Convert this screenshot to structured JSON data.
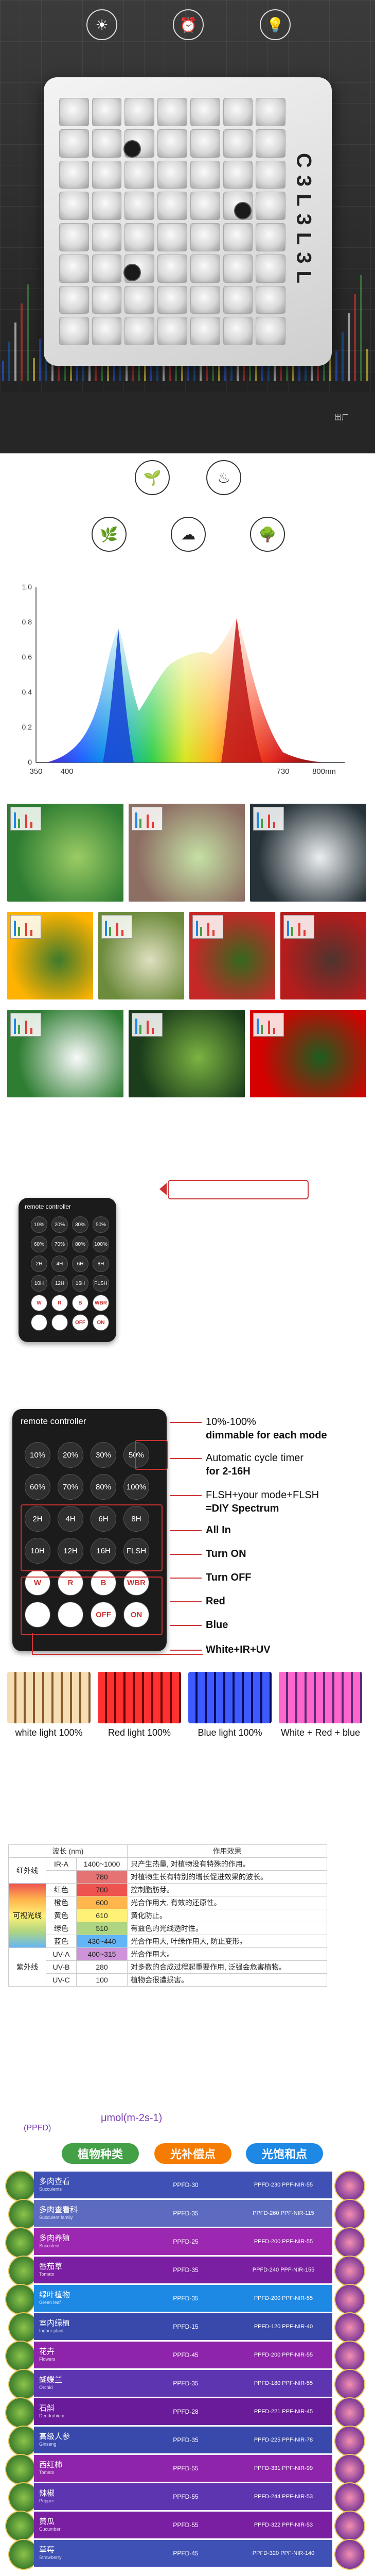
{
  "hero": {
    "brand_text": "C3L3L3L",
    "icons": [
      {
        "name": "sun-icon",
        "glyph": "☀"
      },
      {
        "name": "timer-icon",
        "glyph": "⏰"
      },
      {
        "name": "bulb-icon",
        "glyph": "💡"
      }
    ],
    "watermark": "出厂"
  },
  "features": {
    "row1": [
      {
        "name": "sprout-icon",
        "glyph": "🌱"
      },
      {
        "name": "heat-icon",
        "glyph": "♨"
      }
    ],
    "row2": [
      {
        "name": "seedling-icon",
        "glyph": "🌿"
      },
      {
        "name": "cloud-icon",
        "glyph": "☁"
      },
      {
        "name": "tree-icon",
        "glyph": "🌳"
      }
    ]
  },
  "spectrum": {
    "y_ticks": [
      "1.0",
      "0.8",
      "0.6",
      "0.4",
      "0.2",
      "0"
    ],
    "x_ticks": [
      "350",
      "400",
      "730",
      "800nm"
    ]
  },
  "photos": [
    {
      "name": "photo-leaves",
      "c1": "#2e7d32",
      "c2": "#9ccc65"
    },
    {
      "name": "photo-succulents",
      "c1": "#8d6e63",
      "c2": "#c5e1a5"
    },
    {
      "name": "photo-cactus-flower",
      "c1": "#263238",
      "c2": "#eceff1"
    },
    {
      "name": "photo-tulip",
      "c1": "#ffb300",
      "c2": "#3e7a2c"
    },
    {
      "name": "photo-cacti",
      "c1": "#6d8b3c",
      "c2": "#e0e0c0"
    },
    {
      "name": "photo-strawberry",
      "c1": "#c62828",
      "c2": "#33691e"
    },
    {
      "name": "photo-tomatoes",
      "c1": "#b71c1c",
      "c2": "#4e342e"
    },
    {
      "name": "photo-white-orchids",
      "c1": "#2e7d32",
      "c2": "#fafafa"
    },
    {
      "name": "photo-hanging-plant",
      "c1": "#1b3d1b",
      "c2": "#7cb342"
    },
    {
      "name": "photo-anthurium",
      "c1": "#d50000",
      "c2": "#1b5e20"
    }
  ],
  "remote_small": {
    "title": "remote controller",
    "buttons": [
      "10%",
      "20%",
      "30%",
      "50%",
      "60%",
      "70%",
      "80%",
      "100%",
      "2H",
      "4H",
      "6H",
      "8H",
      "10H",
      "12H",
      "16H",
      "FLSH",
      "W",
      "R",
      "B",
      "WBR",
      "",
      "",
      "OFF",
      "ON"
    ]
  },
  "remote_big": {
    "title": "remote controller",
    "buttons": [
      "10%",
      "20%",
      "30%",
      "50%",
      "60%",
      "70%",
      "80%",
      "100%",
      "2H",
      "4H",
      "6H",
      "8H",
      "10H",
      "12H",
      "16H",
      "FLSH",
      "W",
      "R",
      "B",
      "WBR",
      "",
      "",
      "OFF",
      "ON"
    ],
    "callouts": [
      {
        "text": "10%-100%",
        "bold": false
      },
      {
        "text": "dimmable for each mode",
        "bold": true
      },
      {
        "text": "Automatic cycle timer",
        "bold": false
      },
      {
        "text": "for 2-16H",
        "bold": true
      },
      {
        "text": "FLSH+your mode+FLSH",
        "bold": false
      },
      {
        "text": "=DIY Spectrum",
        "bold": true
      },
      {
        "text": "All In",
        "bold": true
      },
      {
        "text": "Turn ON",
        "bold": true
      },
      {
        "text": "Turn OFF",
        "bold": true
      },
      {
        "text": "Red",
        "bold": true
      },
      {
        "text": "Blue",
        "bold": true
      },
      {
        "text": "White+IR+UV",
        "bold": true
      }
    ]
  },
  "light_modes": [
    {
      "label": "white light 100%",
      "c1": "#f5deb3",
      "c2": "#8b5a2b"
    },
    {
      "label": "Red light 100%",
      "c1": "#ff3030",
      "c2": "#6a0000"
    },
    {
      "label": "Blue light 100%",
      "c1": "#3d5afe",
      "c2": "#0a0a60"
    },
    {
      "label": "White + Red + blue",
      "c1": "#ff66cc",
      "c2": "#5a2a7a"
    }
  ],
  "wavelength_table": {
    "header_band": "波长 (nm)",
    "header_effect": "作用效果",
    "rows": [
      {
        "group": "红外线",
        "name": "IR-A",
        "range": "1400~1000",
        "color": "#ffffff",
        "effect": "只产生热量, 对植物没有特殊的作用。"
      },
      {
        "group": "",
        "name": "",
        "range": "780",
        "color": "#e57373",
        "effect": "对植物生长有特别的增长促进效果的波长。"
      },
      {
        "group": "可视光线",
        "name": "红色",
        "range": "700",
        "color": "#ef5350",
        "effect": "控制脂肪芽。"
      },
      {
        "group": "",
        "name": "橙色",
        "range": "600",
        "color": "#ffb74d",
        "effect": "光合作用大, 有效的还原性。"
      },
      {
        "group": "",
        "name": "黄色",
        "range": "610",
        "color": "#fff176",
        "effect": "黄化防止。"
      },
      {
        "group": "",
        "name": "绿色",
        "range": "510",
        "color": "#aed581",
        "effect": "有益色的光线透时性。"
      },
      {
        "group": "",
        "name": "蓝色",
        "range": "430~440",
        "color": "#64b5f6",
        "effect": "光合作用大, 叶绿作用大, 防止变形。"
      },
      {
        "group": "紫外线",
        "name": "UV-A",
        "range": "400~315",
        "color": "#ce93d8",
        "effect": "光合作用大。"
      },
      {
        "group": "",
        "name": "UV-B",
        "range": "280",
        "color": "#ffffff",
        "effect": "对多数的合成过程起重要作用, 泛强会危害植物。"
      },
      {
        "group": "",
        "name": "UV-C",
        "range": "100",
        "color": "#ffffff",
        "effect": "植物会很遭损害。"
      }
    ]
  },
  "ppfd": {
    "unit": "μmol(m-2s-1)",
    "unit_short": "(PPFD)",
    "tags": [
      "植物种类",
      "光补偿点",
      "光饱和点"
    ],
    "rows": [
      {
        "cn": "多肉查看",
        "en": "Succulents",
        "comp": "PPFD-30",
        "sat": "PPFD-230 PPF-NIR-55",
        "color": "#3f51b5"
      },
      {
        "cn": "多肉查看科",
        "en": "Succulent family",
        "comp": "PPFD-35",
        "sat": "PPFD-260 PPF-NIR-115",
        "color": "#5c6bc0"
      },
      {
        "cn": "多肉养殖",
        "en": "Succulent",
        "comp": "PPFD-25",
        "sat": "PPFD-200 PPF-NIR-55",
        "color": "#9c27b0"
      },
      {
        "cn": "番茄草",
        "en": "Tomato",
        "comp": "PPFD-35",
        "sat": "PPFD-240 PPF-NIR-155",
        "color": "#7b1fa2"
      },
      {
        "cn": "绿叶植物",
        "en": "Green leaf",
        "comp": "PPFD-35",
        "sat": "PPFD-200 PPF-NIR-55",
        "color": "#1e88e5"
      },
      {
        "cn": "室内绿植",
        "en": "Indoor plant",
        "comp": "PPFD-15",
        "sat": "PPFD-120 PPF-NIR-40",
        "color": "#3949ab"
      },
      {
        "cn": "花卉",
        "en": "Flowers",
        "comp": "PPFD-45",
        "sat": "PPFD-200 PPF-NIR-55",
        "color": "#8e24aa"
      },
      {
        "cn": "蝴蝶兰",
        "en": "Orchid",
        "comp": "PPFD-35",
        "sat": "PPFD-180 PPF-NIR-55",
        "color": "#5e35b1"
      },
      {
        "cn": "石斛",
        "en": "Dendrobium",
        "comp": "PPFD-28",
        "sat": "PPFD-221 PPF-NIR-45",
        "color": "#6a1b9a"
      },
      {
        "cn": "高级人参",
        "en": "Ginseng",
        "comp": "PPFD-35",
        "sat": "PPFD-225 PPF-NIR-78",
        "color": "#3949ab"
      },
      {
        "cn": "西红柿",
        "en": "Tomato",
        "comp": "PPFD-55",
        "sat": "PPFD-331 PPF-NIR-99",
        "color": "#8e24aa"
      },
      {
        "cn": "辣椒",
        "en": "Pepper",
        "comp": "PPFD-55",
        "sat": "PPFD-244 PPF-NIR-53",
        "color": "#5e35b1"
      },
      {
        "cn": "黄瓜",
        "en": "Cucumber",
        "comp": "PPFD-55",
        "sat": "PPFD-322 PPF-NIR-53",
        "color": "#7b1fa2"
      },
      {
        "cn": "草莓",
        "en": "Strawberry",
        "comp": "PPFD-45",
        "sat": "PPFD-320 PPF-NIR-140",
        "color": "#3f51b5"
      }
    ]
  }
}
